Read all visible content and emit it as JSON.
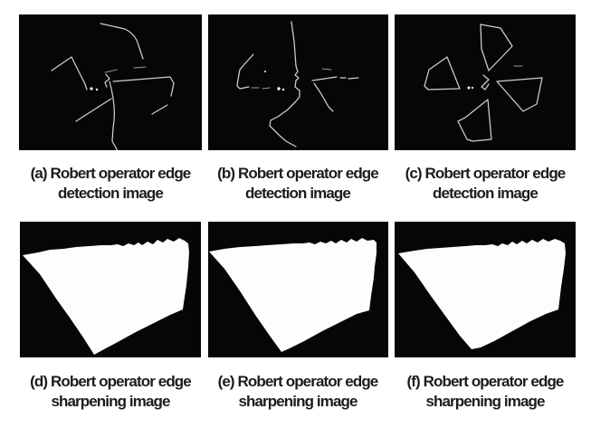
{
  "figure": {
    "colors": {
      "background": "#ffffff",
      "panel_background": "#060606",
      "edge_stroke": "#cfcfcf",
      "bright_dot": "#ffffff",
      "shape_fill": "#fdfdfd",
      "caption_text": "#1c1c1c"
    },
    "panels": {
      "a": {
        "caption_line1": "(a) Robert operator edge",
        "caption_line2": "detection image"
      },
      "b": {
        "caption_line1": "(b) Robert operator edge",
        "caption_line2": "detection image"
      },
      "c": {
        "caption_line1": "(c) Robert operator edge",
        "caption_line2": "detection image"
      },
      "d": {
        "caption_line1": "(d) Robert operator edge",
        "caption_line2": "sharpening image"
      },
      "e": {
        "caption_line1": "(e) Robert operator edge",
        "caption_line2": "sharpening image"
      },
      "f": {
        "caption_line1": "(f) Robert operator edge",
        "caption_line2": "sharpening image"
      }
    }
  }
}
